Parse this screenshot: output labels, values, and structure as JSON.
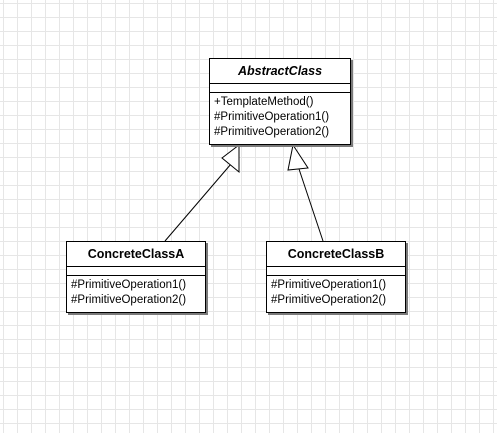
{
  "diagram": {
    "classes": [
      {
        "id": "abstract",
        "name": "AbstractClass",
        "abstract": true,
        "operations": [
          "+TemplateMethod()",
          "#PrimitiveOperation1()",
          "#PrimitiveOperation2()"
        ]
      },
      {
        "id": "concrete_a",
        "name": "ConcreteClassA",
        "abstract": false,
        "operations": [
          "#PrimitiveOperation1()",
          "#PrimitiveOperation2()"
        ]
      },
      {
        "id": "concrete_b",
        "name": "ConcreteClassB",
        "abstract": false,
        "operations": [
          "#PrimitiveOperation1()",
          "#PrimitiveOperation2()"
        ]
      }
    ],
    "relations": [
      {
        "type": "generalization",
        "from": "concrete_a",
        "to": "abstract"
      },
      {
        "type": "generalization",
        "from": "concrete_b",
        "to": "abstract"
      }
    ]
  }
}
